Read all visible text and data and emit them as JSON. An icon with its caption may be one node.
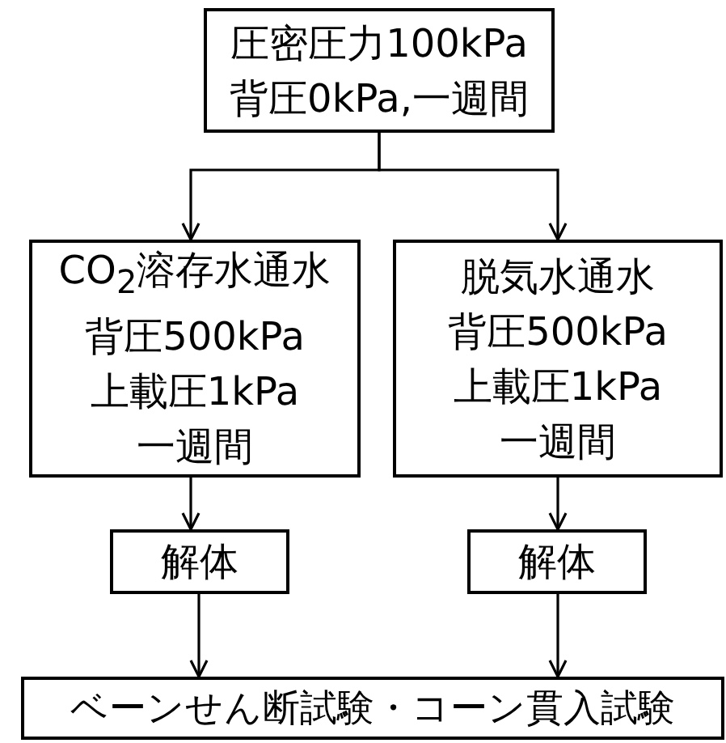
{
  "diagram": {
    "nodes": [
      {
        "text": [
          "圧密圧力100kPa",
          "背圧0kPa,一週間"
        ]
      },
      {
        "text": [
          "CO$_{2}$溶存水通水",
          "背圧500kPa",
          "上載圧1kPa",
          "一週間"
        ]
      },
      {
        "text": [
          "脱気水通水",
          "背圧500kPa",
          "上載圧1kPa",
          "一週間"
        ]
      },
      {
        "text": [
          "解体"
        ]
      },
      {
        "text": [
          "解体"
        ]
      },
      {
        "text": [
          "ベーンせん断試験・コーン貫入試験"
        ]
      }
    ],
    "edges": [
      {
        "from": 0,
        "to": 1,
        "arrow": "to"
      },
      {
        "from": 0,
        "to": 2,
        "arrow": "to"
      },
      {
        "from": 1,
        "to": 3,
        "arrow": "to"
      },
      {
        "from": 2,
        "to": 4,
        "arrow": "to"
      },
      {
        "from": 3,
        "to": 5,
        "arrow": "to"
      },
      {
        "from": 4,
        "to": 5,
        "arrow": "to"
      }
    ]
  }
}
